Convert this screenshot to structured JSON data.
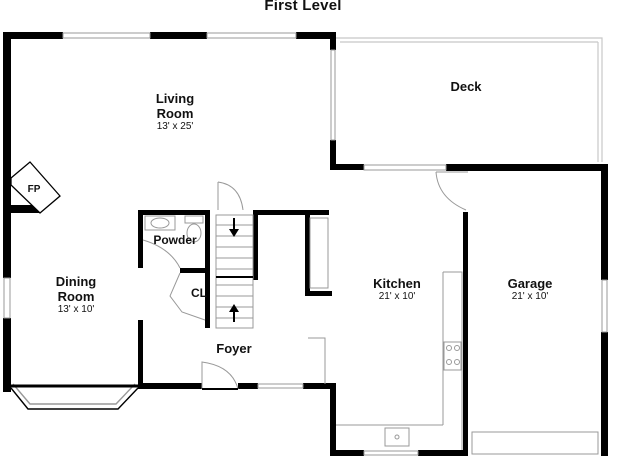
{
  "title": "First Level",
  "rooms": {
    "living": {
      "name_line1": "Living",
      "name_line2": "Room",
      "dimensions": "13' x 25'"
    },
    "deck": {
      "name": "Deck"
    },
    "fireplace": {
      "name": "FP"
    },
    "powder": {
      "name": "Powder"
    },
    "closet": {
      "name": "CL"
    },
    "dining": {
      "name_line1": "Dining",
      "name_line2": "Room",
      "dimensions": "13' x 10'"
    },
    "kitchen": {
      "name": "Kitchen",
      "dimensions": "21' x 10'"
    },
    "garage": {
      "name": "Garage",
      "dimensions": "21' x 10'"
    },
    "foyer": {
      "name": "Foyer"
    }
  },
  "stairs": {
    "arrows": [
      "down-arrow-icon",
      "up-arrow-icon"
    ]
  },
  "colors": {
    "wall": "#000000",
    "window": "#bbbbbb",
    "deck_line": "#cccccc",
    "background": "#ffffff"
  }
}
